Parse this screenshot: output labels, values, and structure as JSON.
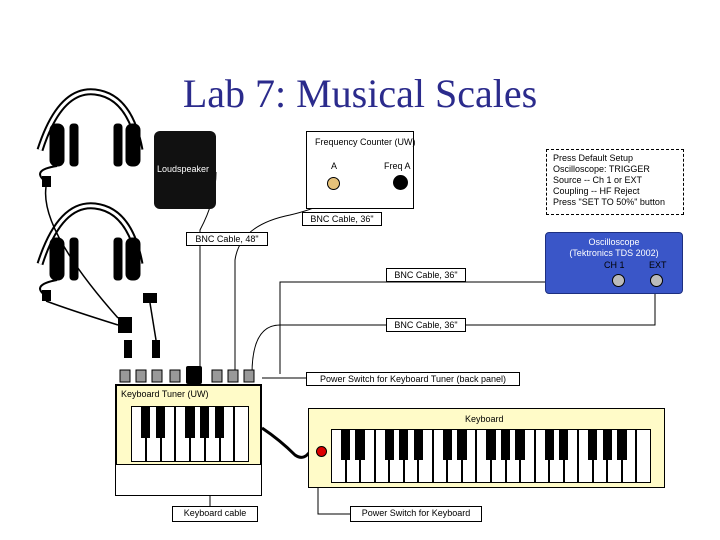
{
  "title": "Lab 7: Musical Scales",
  "freq_counter": {
    "label": "Frequency Counter (UW)",
    "port_a": "A",
    "port_freq": "Freq A"
  },
  "loudspeaker": "Loudspeaker",
  "note_lines": [
    "Press Default Setup",
    "Oscilloscope: TRIGGER",
    "Source -- Ch 1 or EXT",
    "Coupling -- HF Reject",
    "Press \"SET TO 50%\" button"
  ],
  "oscilloscope": {
    "line1": "Oscilloscope",
    "line2": "(Tektronics TDS 2002)",
    "ch1": "CH 1",
    "ext": "EXT"
  },
  "cables": {
    "bnc36_a": "BNC Cable, 36\"",
    "bnc48": "BNC Cable, 48\"",
    "bnc36_b": "BNC Cable, 36\"",
    "bnc36_c": "BNC Cable, 36\""
  },
  "power_switch_tuner": "Power Switch for Keyboard Tuner (back panel)",
  "keyboard_tuner": "Keyboard Tuner (UW)",
  "keyboard": "Keyboard",
  "keyboard_cable": "Keyboard cable",
  "power_switch_keyboard": "Power Switch for Keyboard",
  "colors": {
    "title": "#2b2b8c",
    "scope": "#3a56c8",
    "keyboard_bg": "#fffbc8"
  }
}
